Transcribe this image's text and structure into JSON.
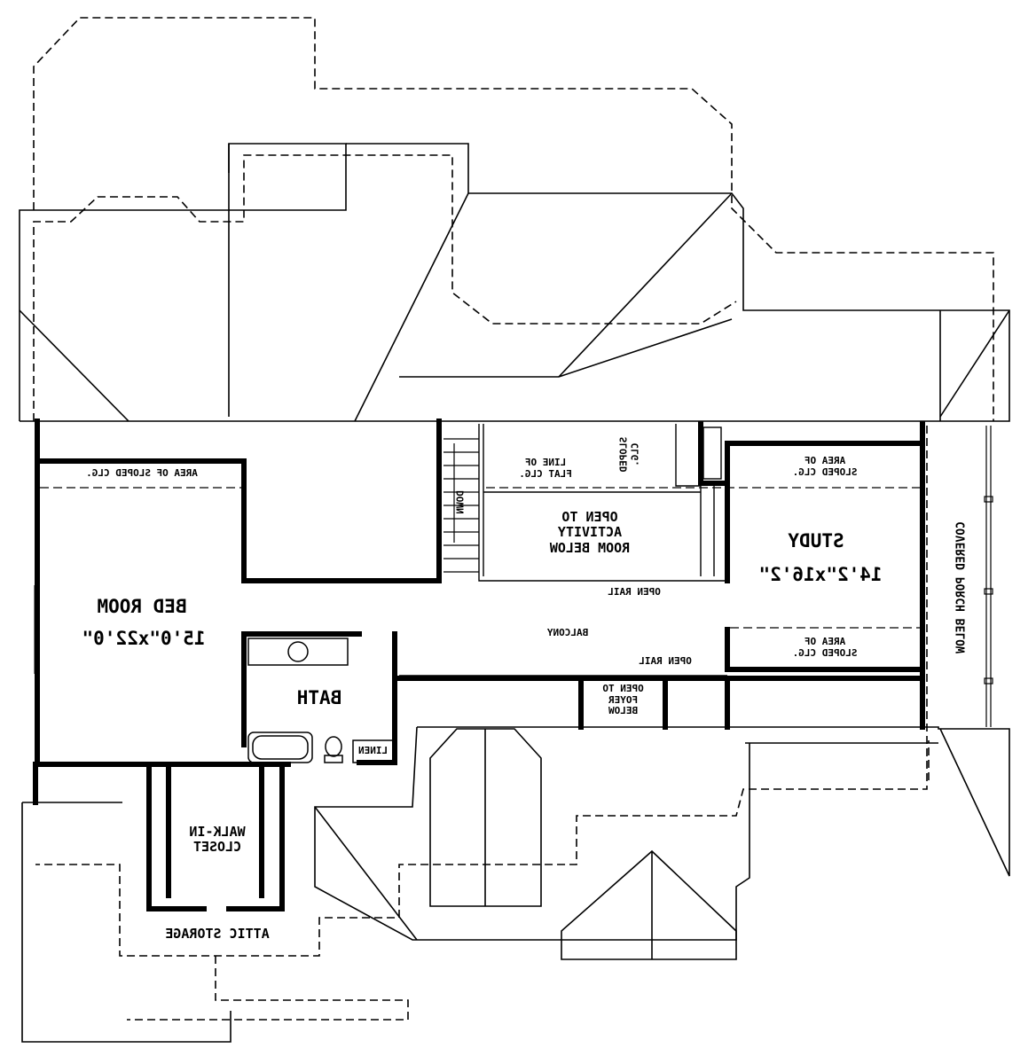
{
  "plan": {
    "rooms": {
      "bedroom": {
        "name": "BED ROOM",
        "size": "15'0\"x22'0\""
      },
      "study": {
        "name": "STUDY",
        "size": "14'2\"x16'2\""
      },
      "bath": {
        "name": "BATH"
      },
      "linen": {
        "name": "LINEN"
      },
      "closet": {
        "name": "WALK-IN\nCLOSET"
      },
      "attic": {
        "name": "ATTIC STORAGE"
      },
      "balcony": {
        "name": "BALCONY"
      }
    },
    "notes": {
      "sloped_bed": "AREA OF SLOPED CLG.",
      "sloped_study_top": "AREA OF\nSLOPED CLG.",
      "sloped_study_bottom": "AREA OF\nSLOPED CLG.",
      "flat_clg": "LINE OF\nFLAT CLG.",
      "sloped_clg": "SLOPED\nCLG.",
      "down": "DOWN",
      "open_activity": "OPEN TO\nACTIVITY\nROOM BELOW",
      "open_rail_1": "OPEN RAIL",
      "open_rail_2": "OPEN RAIL",
      "open_foyer": "OPEN TO\nFOYER\nBELOW",
      "porch": "COVERED PORCH BELOW"
    }
  }
}
